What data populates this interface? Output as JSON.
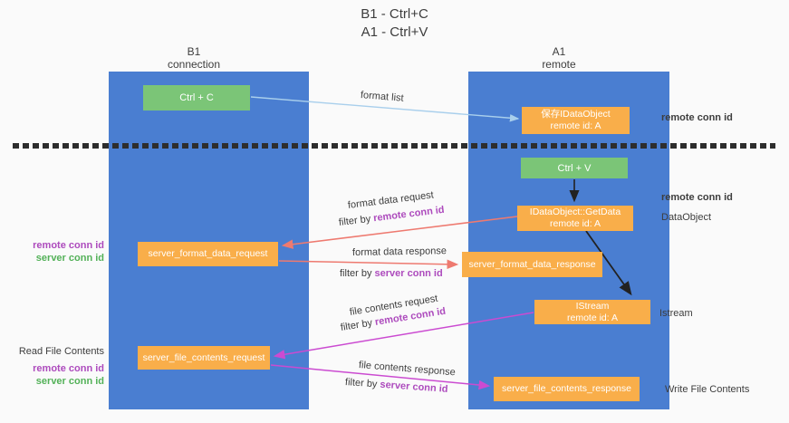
{
  "title": {
    "line1": "B1 - Ctrl+C",
    "line2": "A1 - Ctrl+V"
  },
  "lifelines": {
    "b1": {
      "name": "B1",
      "role": "connection"
    },
    "a1": {
      "name": "A1",
      "role": "remote"
    }
  },
  "boxes": {
    "ctrl_c": "Ctrl + C",
    "ctrl_v": "Ctrl + V",
    "save_idataobject": {
      "line1": "保存IDataObject",
      "line2": "remote id: A"
    },
    "idataobject_getdata": {
      "line1": "IDataObject::GetData",
      "line2": "remote id: A"
    },
    "istream": {
      "line1": "IStream",
      "line2": "remote id: A"
    },
    "server_format_data_request": "server_format_data_request",
    "server_format_data_response": "server_format_data_response",
    "server_file_contents_request": "server_file_contents_request",
    "server_file_contents_response": "server_file_contents_response"
  },
  "arrow_labels": {
    "format_list": "format list",
    "format_data_request": "format data request",
    "format_data_response": "format data response",
    "file_contents_request": "file contents request",
    "file_contents_response": "file contents response",
    "filter_by": "filter by",
    "remote_conn_id": "remote conn id",
    "server_conn_id": "server conn id"
  },
  "side_labels": {
    "left": {
      "remote_conn_id": "remote conn id",
      "server_conn_id": "server conn id",
      "read_file_contents": "Read File Contents"
    },
    "right": {
      "remote_conn_id": "remote conn id",
      "dataobject": "DataObject",
      "istream": "Istream",
      "write_file_contents": "Write File Contents"
    }
  },
  "colors": {
    "lifeline_blue": "#4a7ed1",
    "box_green": "#7bc577",
    "box_orange": "#f9ae4a",
    "text_purple": "#ad4bbd",
    "text_green": "#53b158",
    "arrow_salmon": "#ee7a70",
    "arrow_magenta": "#cb4bd1",
    "arrow_lightblue": "#a9cfec",
    "arrow_black": "#222222",
    "background": "#fafafa"
  }
}
